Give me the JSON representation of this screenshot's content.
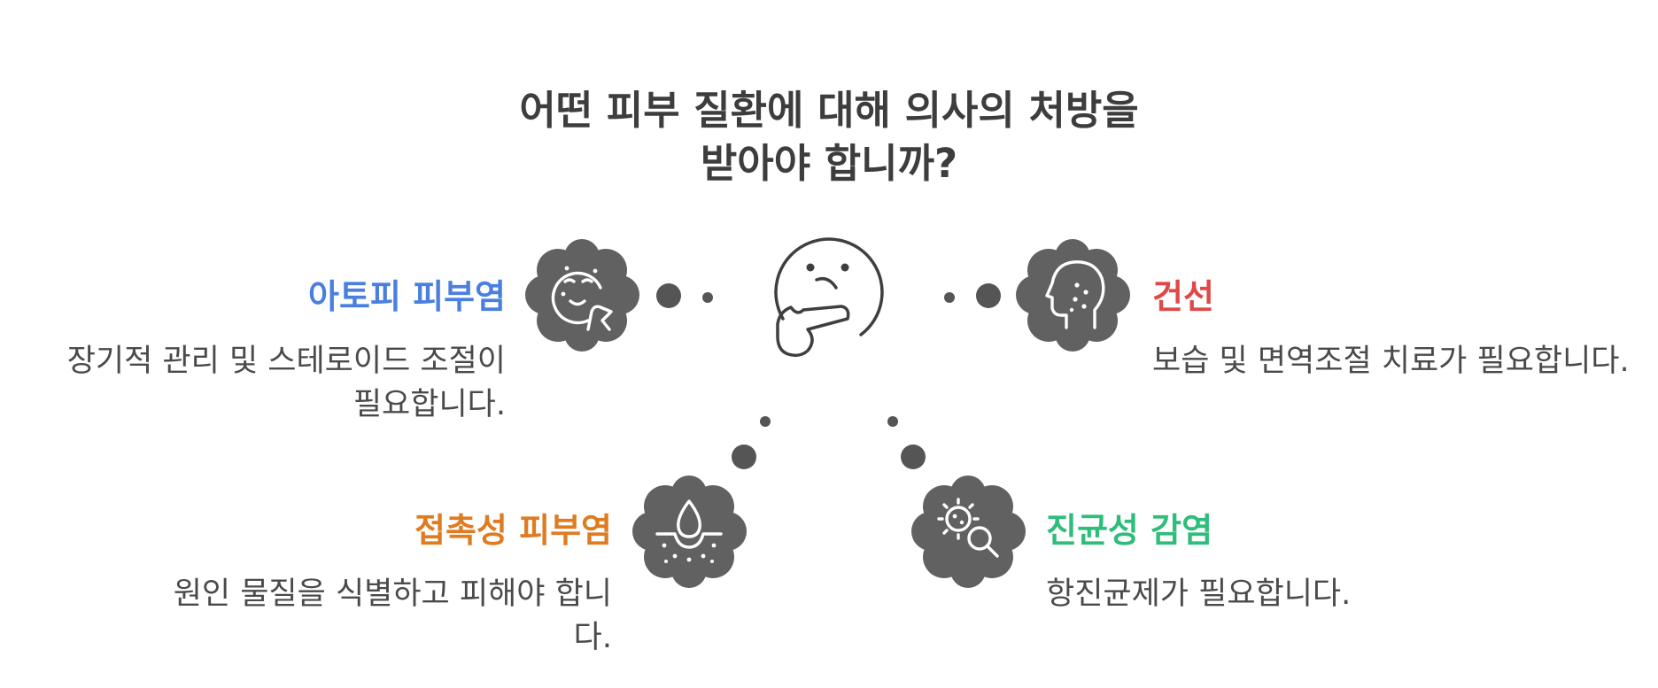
{
  "title": "어떤 피부 질환에 대해 의사의 처방을 받아야 합니까?",
  "center": {
    "icon": "thinking-face-icon"
  },
  "items": [
    {
      "heading": "아토피 피부염",
      "description": "장기적 관리 및 스테로이드 조절이 필요합니다.",
      "color": "#4a7fe0",
      "icon": "face-spots-icon"
    },
    {
      "heading": "건선",
      "description": "보습 및 면역조절 치료가 필요합니다.",
      "color": "#e04848",
      "icon": "head-profile-spots-icon"
    },
    {
      "heading": "접촉성 피부염",
      "description": "원인 물질을 식별하고 피해야 합니다.",
      "color": "#de7c22",
      "icon": "skin-droplet-icon"
    },
    {
      "heading": "진균성 감염",
      "description": "항진균제가 필요합니다.",
      "color": "#2ebd7a",
      "icon": "germ-magnifier-icon"
    }
  ]
}
